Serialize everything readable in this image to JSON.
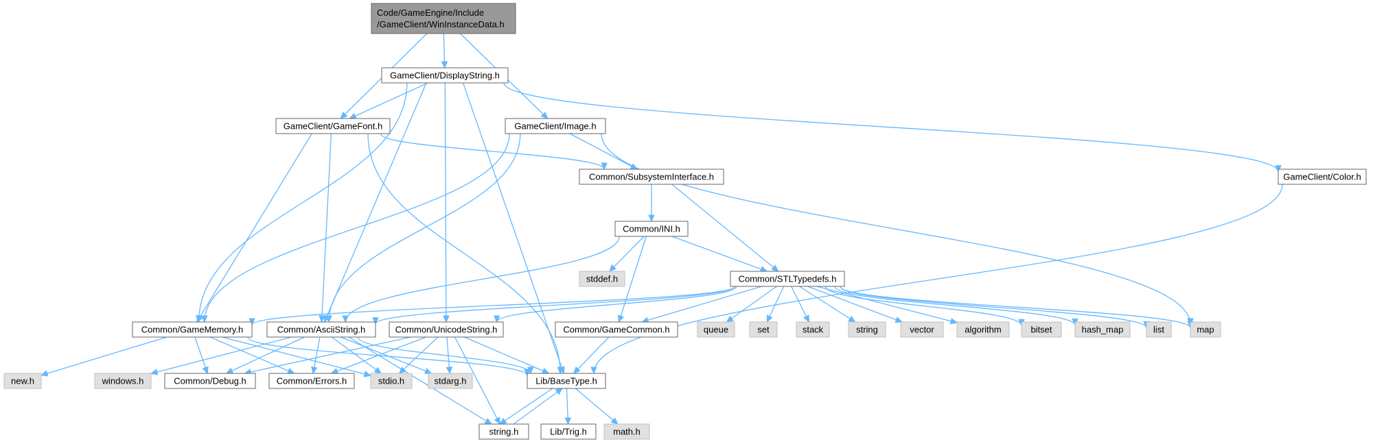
{
  "graph": {
    "title": "",
    "colors": {
      "edge": "#63b8ff",
      "root_fill": "#999999",
      "node_fill": "#ffffff",
      "system_fill": "#e0e0e0",
      "border": "#666666"
    },
    "nodes": [
      {
        "id": "root",
        "lines": [
          "Code/GameEngine/Include",
          "/GameClient/WinInstanceData.h"
        ],
        "kind": "root"
      },
      {
        "id": "displaystring",
        "lines": [
          "GameClient/DisplayString.h"
        ],
        "kind": "normal"
      },
      {
        "id": "gamefont",
        "lines": [
          "GameClient/GameFont.h"
        ],
        "kind": "normal"
      },
      {
        "id": "image",
        "lines": [
          "GameClient/Image.h"
        ],
        "kind": "normal"
      },
      {
        "id": "subsys",
        "lines": [
          "Common/SubsystemInterface.h"
        ],
        "kind": "normal"
      },
      {
        "id": "color",
        "lines": [
          "GameClient/Color.h"
        ],
        "kind": "normal"
      },
      {
        "id": "ini",
        "lines": [
          "Common/INI.h"
        ],
        "kind": "normal"
      },
      {
        "id": "stddef",
        "lines": [
          "stddef.h"
        ],
        "kind": "system"
      },
      {
        "id": "stl",
        "lines": [
          "Common/STLTypedefs.h"
        ],
        "kind": "normal"
      },
      {
        "id": "gamememory",
        "lines": [
          "Common/GameMemory.h"
        ],
        "kind": "normal"
      },
      {
        "id": "asciistring",
        "lines": [
          "Common/AsciiString.h"
        ],
        "kind": "normal"
      },
      {
        "id": "unicodestring",
        "lines": [
          "Common/UnicodeString.h"
        ],
        "kind": "normal"
      },
      {
        "id": "gamecommon",
        "lines": [
          "Common/GameCommon.h"
        ],
        "kind": "normal"
      },
      {
        "id": "queue",
        "lines": [
          "queue"
        ],
        "kind": "system"
      },
      {
        "id": "set",
        "lines": [
          "set"
        ],
        "kind": "system"
      },
      {
        "id": "stack",
        "lines": [
          "stack"
        ],
        "kind": "system"
      },
      {
        "id": "string",
        "lines": [
          "string"
        ],
        "kind": "system"
      },
      {
        "id": "vector",
        "lines": [
          "vector"
        ],
        "kind": "system"
      },
      {
        "id": "algorithm",
        "lines": [
          "algorithm"
        ],
        "kind": "system"
      },
      {
        "id": "bitset",
        "lines": [
          "bitset"
        ],
        "kind": "system"
      },
      {
        "id": "hash_map",
        "lines": [
          "hash_map"
        ],
        "kind": "system"
      },
      {
        "id": "list",
        "lines": [
          "list"
        ],
        "kind": "system"
      },
      {
        "id": "map",
        "lines": [
          "map"
        ],
        "kind": "system"
      },
      {
        "id": "new",
        "lines": [
          "new.h"
        ],
        "kind": "system"
      },
      {
        "id": "windows",
        "lines": [
          "windows.h"
        ],
        "kind": "system"
      },
      {
        "id": "debug",
        "lines": [
          "Common/Debug.h"
        ],
        "kind": "normal"
      },
      {
        "id": "errors",
        "lines": [
          "Common/Errors.h"
        ],
        "kind": "normal"
      },
      {
        "id": "stdio",
        "lines": [
          "stdio.h"
        ],
        "kind": "system"
      },
      {
        "id": "stdarg",
        "lines": [
          "stdarg.h"
        ],
        "kind": "system"
      },
      {
        "id": "basetype",
        "lines": [
          "Lib/BaseType.h"
        ],
        "kind": "normal"
      },
      {
        "id": "stringh",
        "lines": [
          "string.h"
        ],
        "kind": "normal"
      },
      {
        "id": "trig",
        "lines": [
          "Lib/Trig.h"
        ],
        "kind": "normal"
      },
      {
        "id": "math",
        "lines": [
          "math.h"
        ],
        "kind": "system"
      }
    ],
    "edges": [
      [
        "root",
        "displaystring"
      ],
      [
        "root",
        "gamefont"
      ],
      [
        "root",
        "image"
      ],
      [
        "displaystring",
        "gamefont"
      ],
      [
        "displaystring",
        "gamememory"
      ],
      [
        "displaystring",
        "asciistring"
      ],
      [
        "displaystring",
        "unicodestring"
      ],
      [
        "displaystring",
        "basetype"
      ],
      [
        "displaystring",
        "color"
      ],
      [
        "gamefont",
        "subsys"
      ],
      [
        "gamefont",
        "gamememory"
      ],
      [
        "gamefont",
        "asciistring"
      ],
      [
        "gamefont",
        "basetype"
      ],
      [
        "image",
        "subsys"
      ],
      [
        "image",
        "gamememory"
      ],
      [
        "image",
        "asciistring"
      ],
      [
        "image",
        "map"
      ],
      [
        "subsys",
        "ini"
      ],
      [
        "subsys",
        "stl"
      ],
      [
        "color",
        "basetype"
      ],
      [
        "ini",
        "stddef"
      ],
      [
        "ini",
        "stl"
      ],
      [
        "ini",
        "asciistring"
      ],
      [
        "ini",
        "gamecommon"
      ],
      [
        "stl",
        "gamememory"
      ],
      [
        "stl",
        "asciistring"
      ],
      [
        "stl",
        "unicodestring"
      ],
      [
        "stl",
        "gamecommon"
      ],
      [
        "stl",
        "queue"
      ],
      [
        "stl",
        "set"
      ],
      [
        "stl",
        "stack"
      ],
      [
        "stl",
        "string"
      ],
      [
        "stl",
        "vector"
      ],
      [
        "stl",
        "algorithm"
      ],
      [
        "stl",
        "bitset"
      ],
      [
        "stl",
        "hash_map"
      ],
      [
        "stl",
        "list"
      ],
      [
        "stl",
        "map"
      ],
      [
        "gamememory",
        "new"
      ],
      [
        "gamememory",
        "debug"
      ],
      [
        "gamememory",
        "errors"
      ],
      [
        "gamememory",
        "stdio"
      ],
      [
        "gamememory",
        "basetype"
      ],
      [
        "asciistring",
        "windows"
      ],
      [
        "asciistring",
        "debug"
      ],
      [
        "asciistring",
        "errors"
      ],
      [
        "asciistring",
        "stdio"
      ],
      [
        "asciistring",
        "stdarg"
      ],
      [
        "asciistring",
        "basetype"
      ],
      [
        "asciistring",
        "stringh"
      ],
      [
        "unicodestring",
        "debug"
      ],
      [
        "unicodestring",
        "errors"
      ],
      [
        "unicodestring",
        "stdio"
      ],
      [
        "unicodestring",
        "stdarg"
      ],
      [
        "unicodestring",
        "basetype"
      ],
      [
        "unicodestring",
        "stringh"
      ],
      [
        "gamecommon",
        "basetype"
      ],
      [
        "basetype",
        "stringh"
      ],
      [
        "basetype",
        "trig"
      ],
      [
        "basetype",
        "math"
      ],
      [
        "stringh",
        "basetype"
      ]
    ]
  }
}
